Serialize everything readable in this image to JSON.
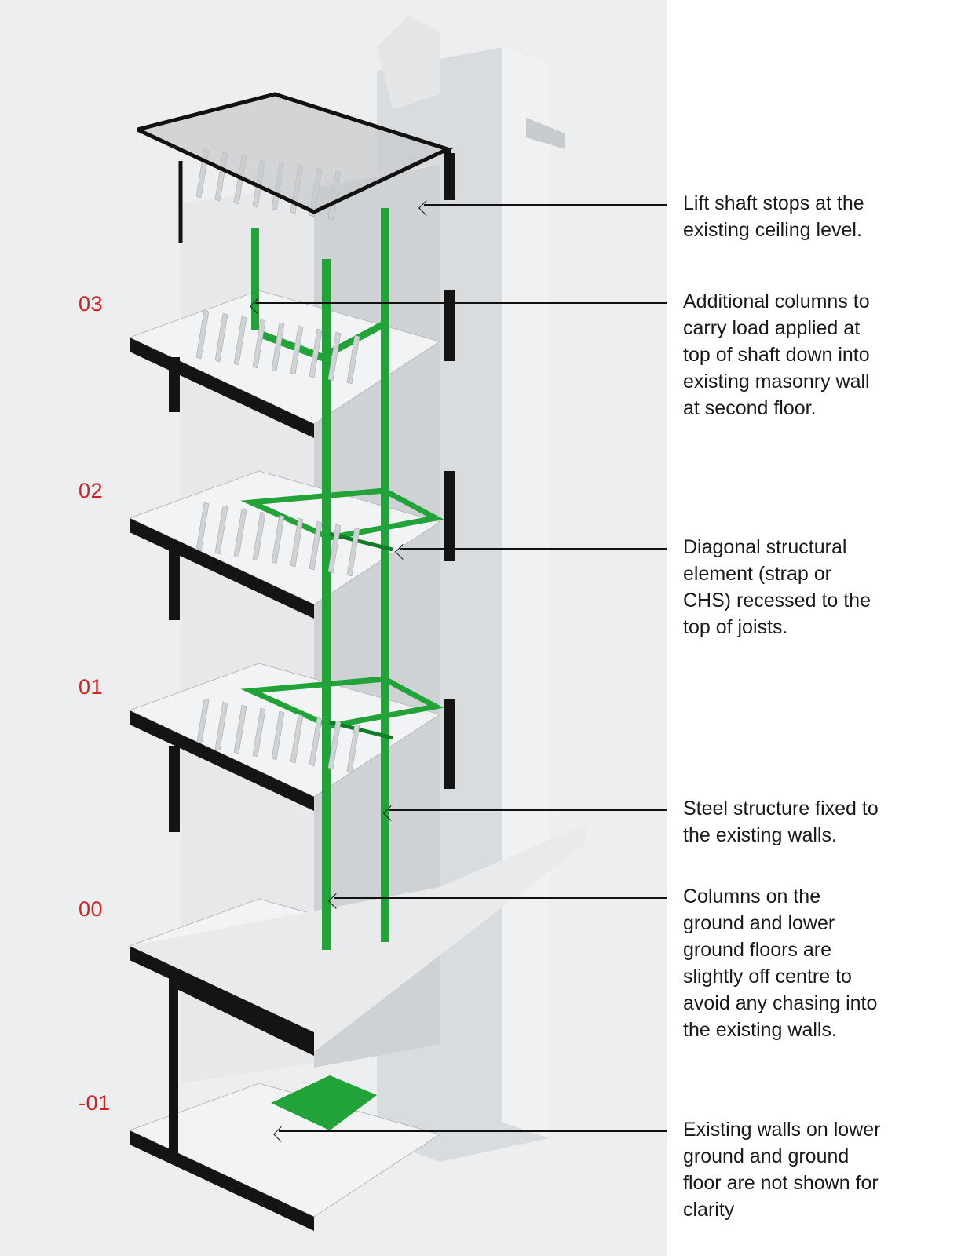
{
  "colors": {
    "level_label": "#d42020",
    "steel": "#21a33a",
    "steel_dark": "#137a26",
    "existing_fabric": "#dcdfe1",
    "section_cut": "#141414",
    "background": "#edeeef"
  },
  "levels": [
    {
      "label": "03"
    },
    {
      "label": "02"
    },
    {
      "label": "01"
    },
    {
      "label": "00"
    },
    {
      "label": "-01"
    }
  ],
  "annotations": [
    {
      "text": "Lift shaft stops at the\nexisting ceiling level."
    },
    {
      "text": "Additional columns to\ncarry load applied at\ntop of shaft down into\nexisting masonry wall\nat second floor."
    },
    {
      "text": "Diagonal structural\nelement (strap or\nCHS) recessed to the\ntop of joists."
    },
    {
      "text": "Steel structure fixed to\nthe existing walls."
    },
    {
      "text": "Columns on the\nground and lower\nground floors are\nslightly off centre to\navoid any chasing into\nthe existing walls."
    },
    {
      "text": "Existing walls on lower\nground and ground\nfloor are not shown for\nclarity"
    }
  ]
}
